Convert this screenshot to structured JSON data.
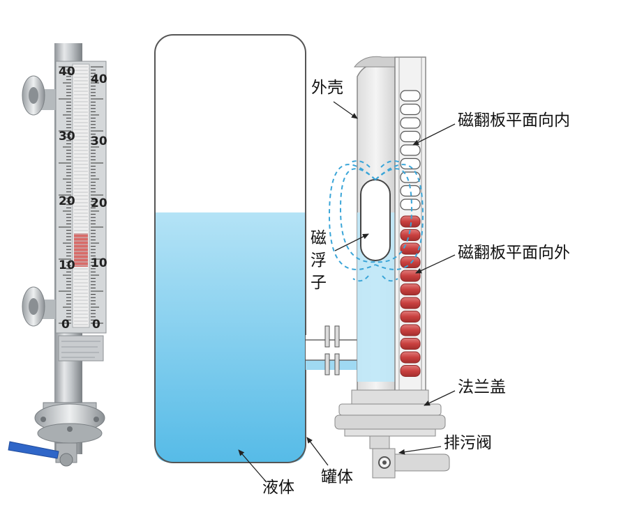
{
  "diagram": {
    "labels": {
      "shell": "外壳",
      "flap_inward": "磁翻板平面向内",
      "float_ch1": "磁",
      "float_ch2": "浮",
      "float_ch3": "子",
      "flap_outward": "磁翻板平面向外",
      "flange_cover": "法兰盖",
      "drain_valve": "排污阀",
      "tank_body": "罐体",
      "liquid": "液体"
    },
    "gauge_scale": [
      "40",
      "30",
      "20",
      "10",
      "0"
    ],
    "colors": {
      "liquid_top": "#a8dff4",
      "liquid_bottom": "#58bde8",
      "flap_red": "#c9403f",
      "magnetic_field": "#3aa5d8",
      "valve_blue": "#2f66c8"
    }
  }
}
